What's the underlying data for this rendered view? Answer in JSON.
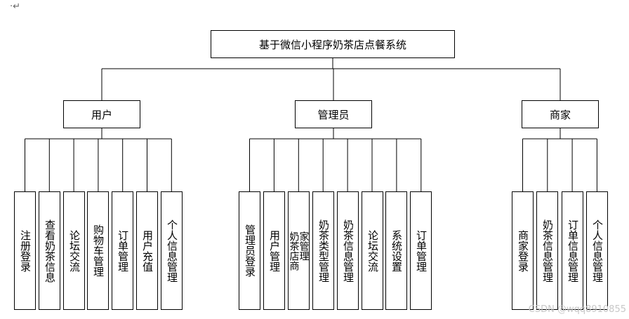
{
  "doc": {
    "mark": "·↵",
    "watermark": "CSDN @wqq8910855"
  },
  "root": {
    "label": "基于微信小程序奶茶店点餐系统"
  },
  "branches": [
    {
      "label": "用户",
      "children": [
        "注册登录",
        "查看奶茶信息",
        "论坛交流",
        "购物车管理",
        "订单管理",
        "用户充值",
        "个人信息管理"
      ]
    },
    {
      "label": "管理员",
      "children": [
        "管理员登录",
        "用户管理",
        "奶茶店商家管理",
        "奶茶类型管理",
        "奶茶信息管理",
        "论坛交流",
        "系统设置",
        "订单管理"
      ]
    },
    {
      "label": "商家",
      "children": [
        "商家登录",
        "奶茶信息管理",
        "订单信息管理",
        "个人信息管理"
      ]
    }
  ]
}
